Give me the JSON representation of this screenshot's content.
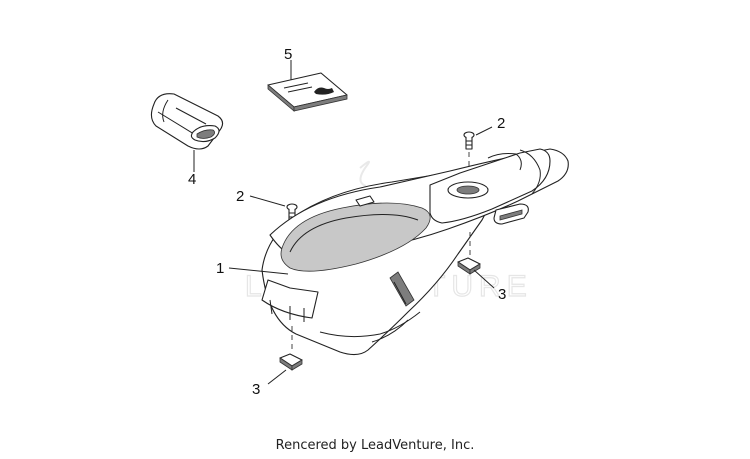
{
  "callouts": {
    "c1": "1",
    "c2a": "2",
    "c2b": "2",
    "c3a": "3",
    "c3b": "3",
    "c4": "4",
    "c5": "5"
  },
  "watermark": {
    "text": "LEADVENTURE"
  },
  "footer": {
    "text": "Rencered by LeadVenture, Inc."
  }
}
